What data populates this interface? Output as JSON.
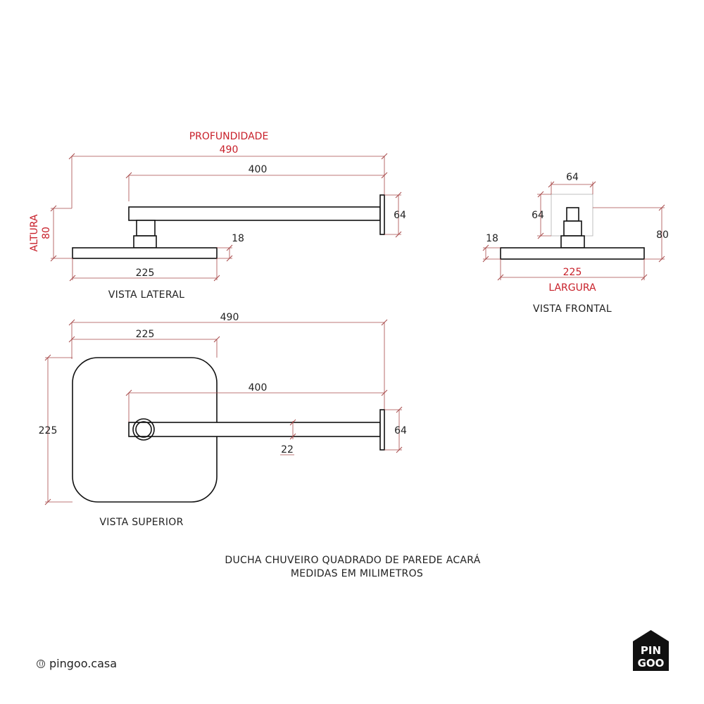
{
  "dimensions": {
    "profundidade_label": "PROFUNDIDADE",
    "profundidade_value": "490",
    "arm_length": "400",
    "flange_height": "64",
    "altura_label": "ALTURA",
    "altura_value": "80",
    "head_thickness": "18",
    "head_width": "225",
    "top_total": "490",
    "top_head": "225",
    "top_arm": "400",
    "top_flange": "64",
    "top_arm_width": "22",
    "top_head_depth": "225",
    "front_flange_width": "64",
    "front_flange_height": "64",
    "front_total_height": "80",
    "front_thickness": "18",
    "front_width": "225",
    "largura_label": "LARGURA"
  },
  "views": {
    "lateral": "VISTA LATERAL",
    "frontal": "VISTA FRONTAL",
    "superior": "VISTA SUPERIOR"
  },
  "caption": {
    "line1": "DUCHA CHUVEIRO QUADRADO DE PAREDE ACARÁ",
    "line2": "MEDIDAS EM MILIMETROS"
  },
  "footer": {
    "website": "pingoo.casa",
    "logo_top": "PIN",
    "logo_bottom": "GOO"
  },
  "colors": {
    "accent_red": "#c8202a",
    "dimension_line": "#a84a4a",
    "outline": "#111111"
  }
}
